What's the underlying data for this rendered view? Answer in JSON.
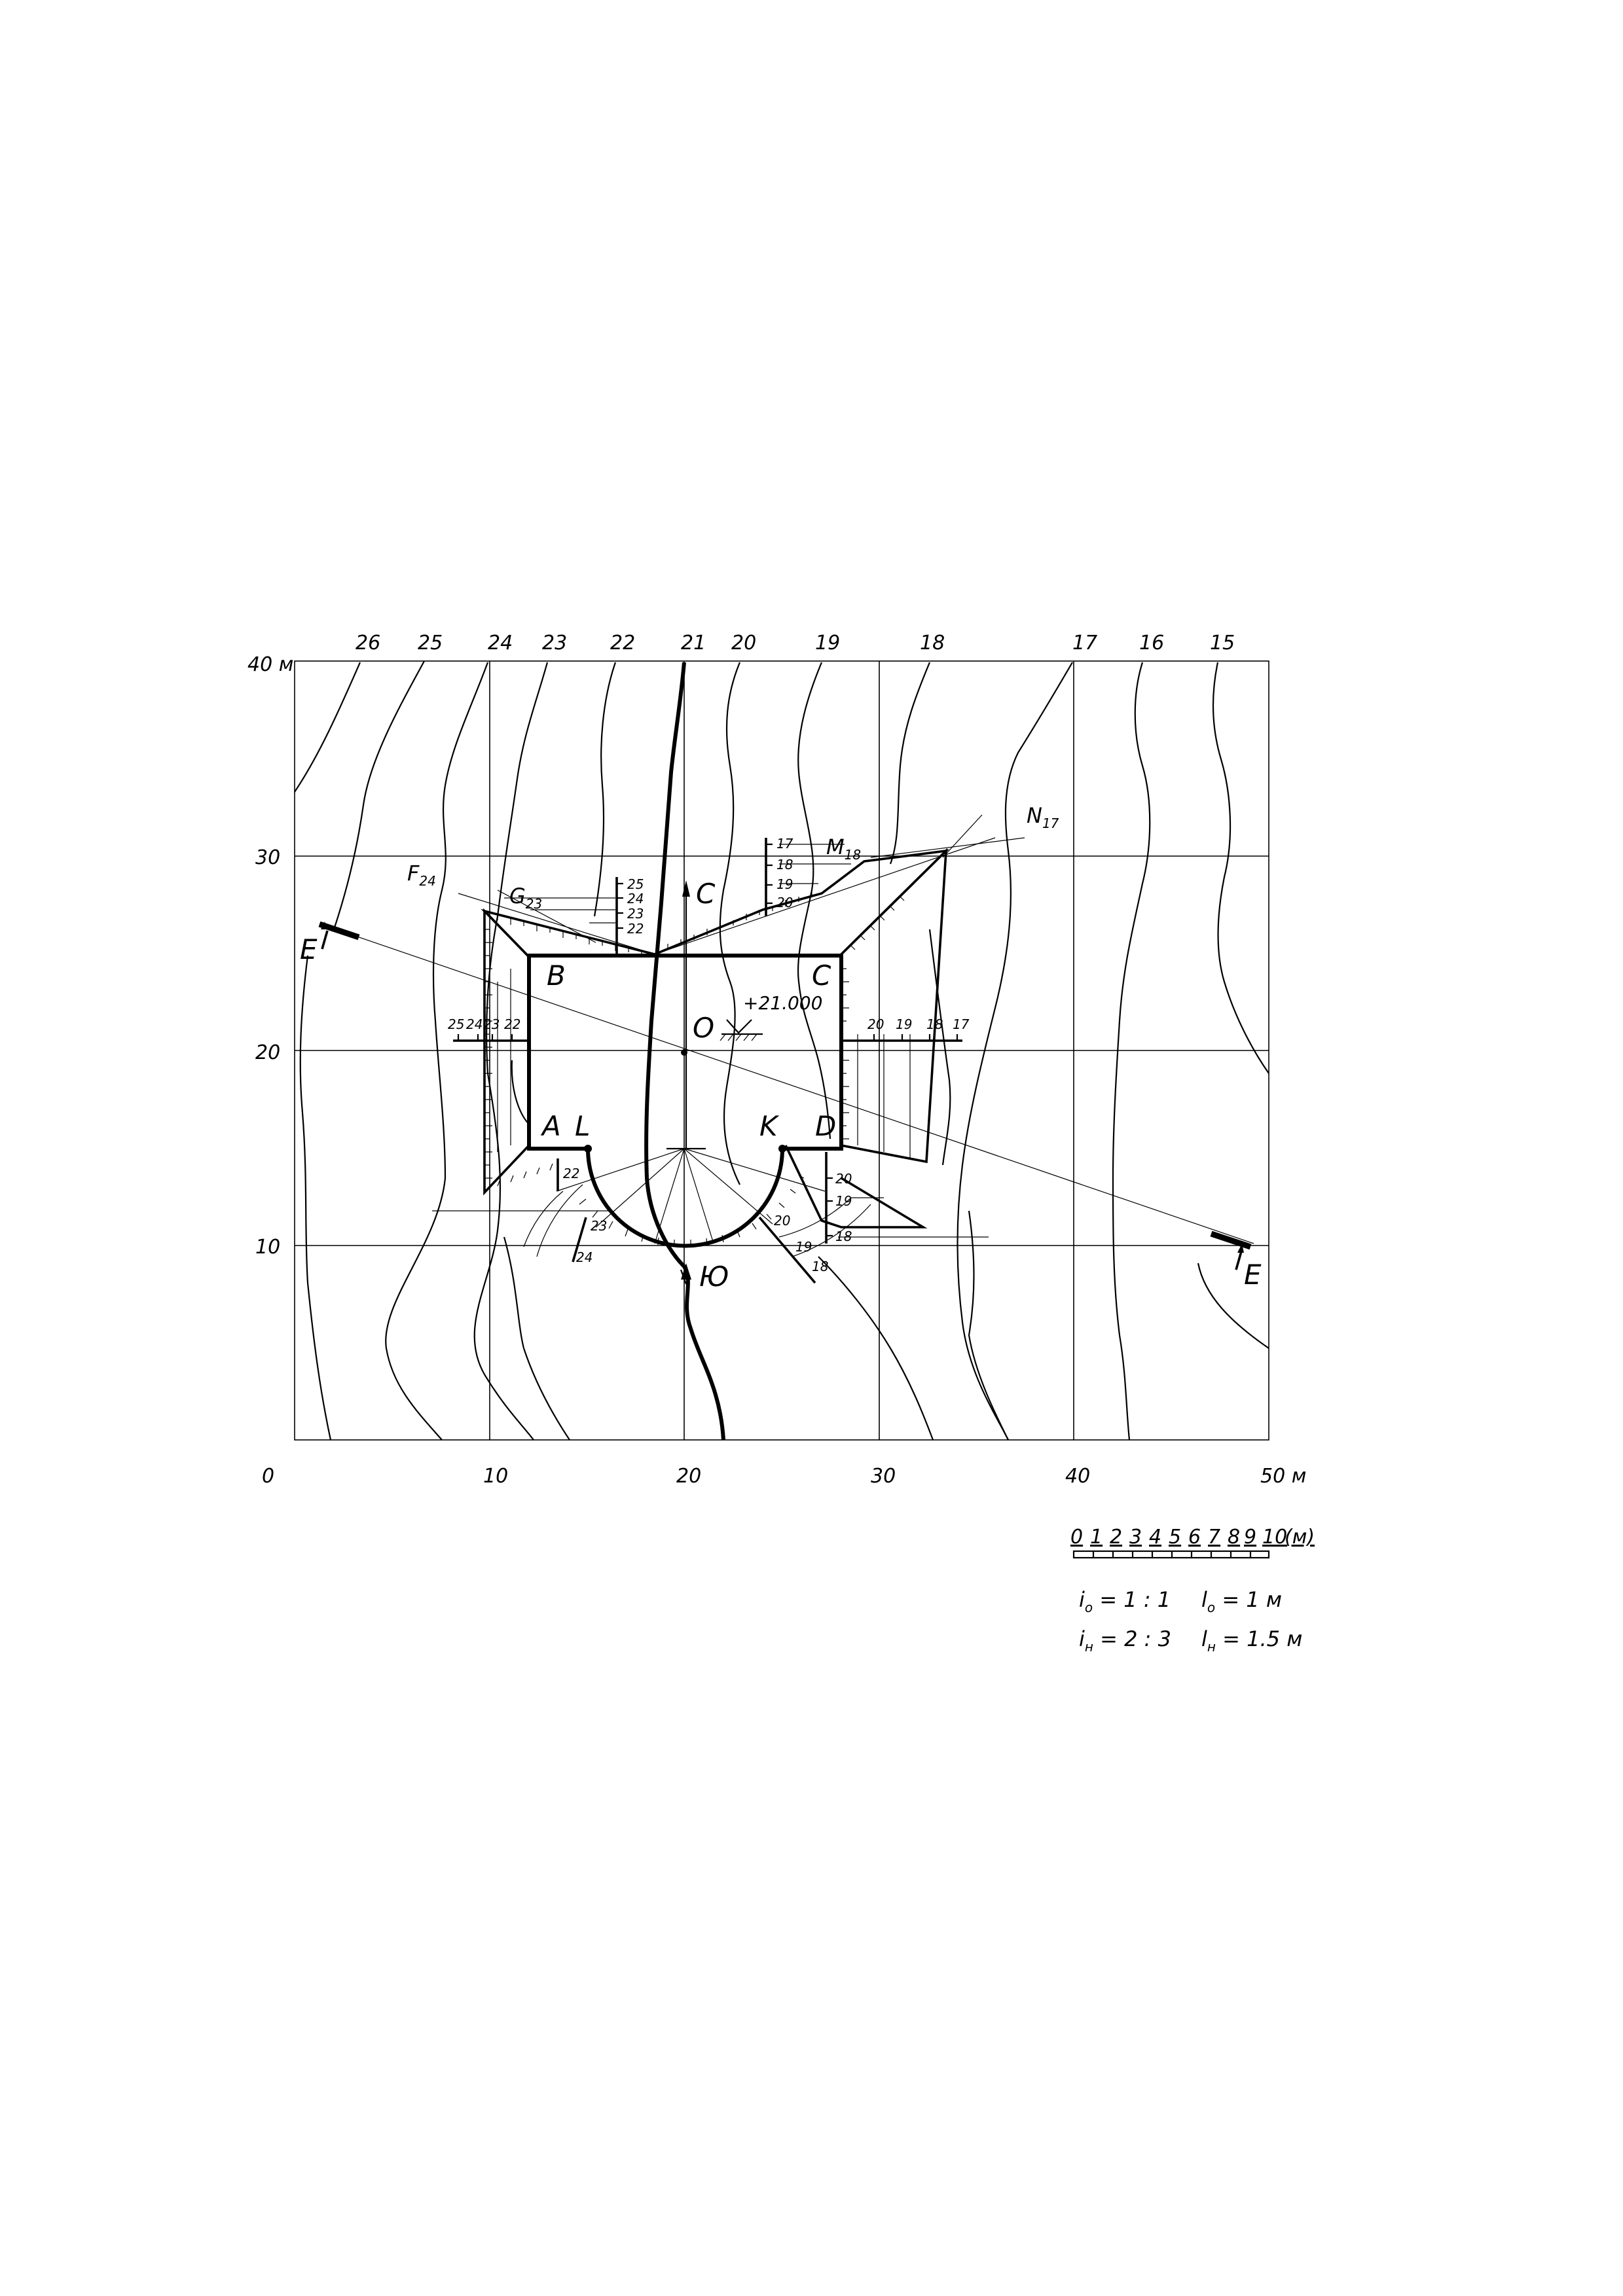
{
  "contour_labels": [
    "26",
    "25",
    "24",
    "23",
    "22",
    "21",
    "20",
    "19",
    "18",
    "17",
    "16",
    "15"
  ],
  "y_axis": {
    "unit_label": "40 м",
    "ticks": [
      "30",
      "20",
      "10"
    ]
  },
  "x_axis": {
    "ticks": [
      "0",
      "10",
      "20",
      "30",
      "40"
    ],
    "end_label": "50 м"
  },
  "points": {
    "A": "A",
    "B": "B",
    "C": "C",
    "D": "D",
    "K": "K",
    "L": "L",
    "O": "O",
    "C_arrow": "C",
    "D_arrow": "Ю",
    "E_left": "E",
    "E_right": "E"
  },
  "marked_points": {
    "F": {
      "letter": "F",
      "sub": "24"
    },
    "G": {
      "letter": "G",
      "sub": "23"
    },
    "M": {
      "letter": "M",
      "sub": "18"
    },
    "N": {
      "letter": "N",
      "sub": "17"
    }
  },
  "elevation_mark": "+21.000",
  "scales": {
    "top": [
      "25",
      "24",
      "23",
      "22"
    ],
    "top_right": [
      "17",
      "18",
      "19",
      "20"
    ],
    "left": [
      "25",
      "24",
      "23",
      "22"
    ],
    "right": [
      "20",
      "19",
      "18",
      "17"
    ],
    "bottom_right": [
      "20",
      "19",
      "18"
    ],
    "arc_left": [
      "22",
      "23",
      "24"
    ],
    "arc_right": [
      "20",
      "19",
      "18"
    ]
  },
  "scale_bar": {
    "labels": [
      "0",
      "1",
      "2",
      "3",
      "4",
      "5",
      "6",
      "7",
      "8",
      "9",
      "10"
    ],
    "unit": "(м)"
  },
  "legend": {
    "i_o": {
      "letter": "i",
      "sub": "о",
      "value": " = 1 : 1"
    },
    "l_o": {
      "letter": "l",
      "sub": "о",
      "value": " = 1 м"
    },
    "i_n": {
      "letter": "i",
      "sub": "н",
      "value": " = 2 : 3"
    },
    "l_n": {
      "letter": "l",
      "sub": "н",
      "value": " = 1.5 м"
    }
  }
}
